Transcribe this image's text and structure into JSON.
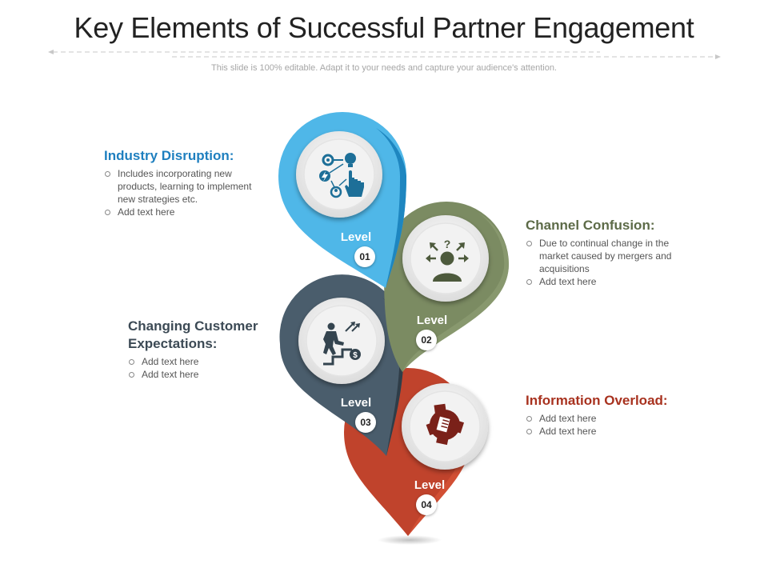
{
  "title": "Key Elements of Successful Partner Engagement",
  "subtitle": "This slide is 100% editable. Adapt it to your needs and capture your audience's attention.",
  "colors": {
    "level1": "#4fb7e8",
    "level2": "#7b8b62",
    "level3": "#4a5d6c",
    "level4": "#c0432c"
  },
  "levels": [
    {
      "label": "Level",
      "number": "01",
      "icon": "innovation-network-icon"
    },
    {
      "label": "Level",
      "number": "02",
      "icon": "confused-person-icon"
    },
    {
      "label": "Level",
      "number": "03",
      "icon": "climbing-stairs-growth-icon"
    },
    {
      "label": "Level",
      "number": "04",
      "icon": "paper-pile-icon"
    }
  ],
  "blocks": [
    {
      "heading": "Industry Disruption:",
      "bullets": [
        "Includes incorporating new products, learning to implement new strategies etc.",
        "Add text here"
      ]
    },
    {
      "heading": "Channel Confusion:",
      "bullets": [
        "Due to continual change in the market caused by mergers and acquisitions",
        "Add text here"
      ]
    },
    {
      "heading": "Changing Customer Expectations:",
      "bullets": [
        "Add text here",
        "Add text here"
      ]
    },
    {
      "heading": "Information Overload:",
      "bullets": [
        "Add text here",
        "Add text here"
      ]
    }
  ]
}
